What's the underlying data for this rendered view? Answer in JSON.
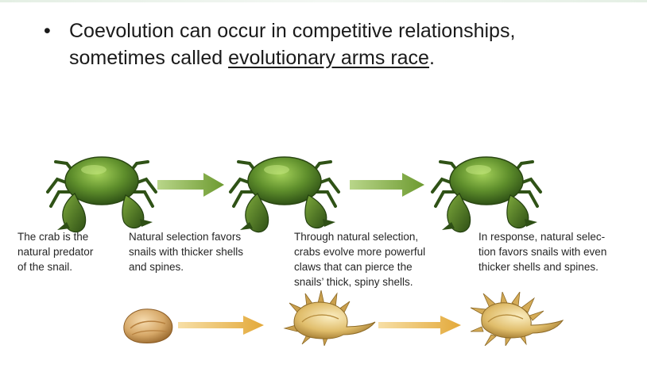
{
  "bullet": {
    "symbol": "•",
    "line1": "Coevolution can occur in competitive relationships,",
    "line2_prefix": "sometimes called ",
    "line2_link": "evolutionary arms race",
    "line2_suffix": "."
  },
  "captions": {
    "c1": "The crab is the\nnatural predator\nof the snail.",
    "c2": "Natural selection favors\nsnails with thicker shells\nand spines.",
    "c3": "Through natural selection,\ncrabs evolve more powerful\nclaws that can pierce the\nsnails’ thick, spiny shells.",
    "c4": "In response, natural selec-\ntion favors snails with even\nthicker shells and spines."
  },
  "colors": {
    "crab_dark": "#3f6a1f",
    "crab_mid": "#5f8f2c",
    "crab_light": "#8fbf4a",
    "green_arrow": "#7ea63e",
    "gold_arrow": "#e9b94a",
    "shell_light": "#f1cf8a",
    "shell_dark": "#b98a3c"
  },
  "icons": {
    "crab": "crab-illustration",
    "smooth_shell": "snail-shell-smooth",
    "spiny_shell": "snail-shell-spiny"
  }
}
